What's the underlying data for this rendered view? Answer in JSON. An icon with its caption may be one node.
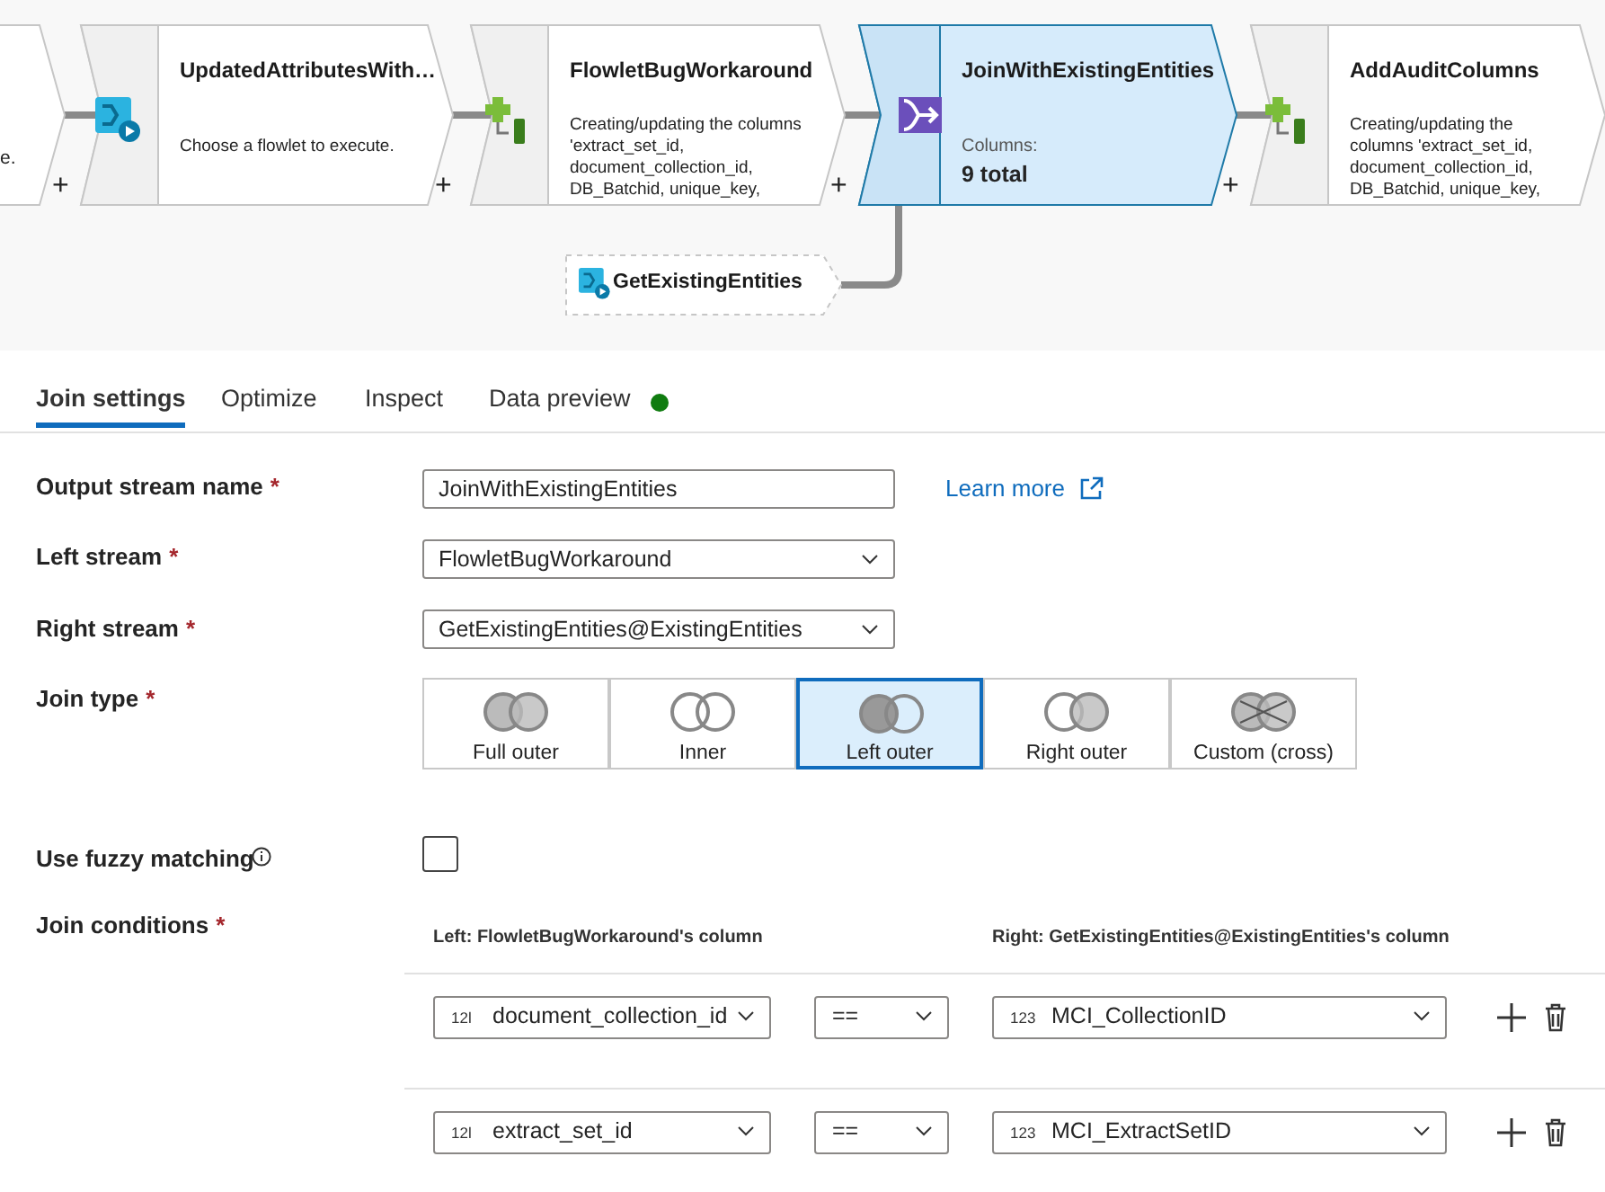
{
  "diagram": {
    "nodes": [
      {
        "text": [
          "e."
        ]
      },
      {
        "text": [
          "UpdatedAttributesWith…",
          "Choose a flowlet to execute."
        ]
      },
      {
        "text": [
          "FlowletBugWorkaround",
          "Creating/updating the columns 'extract_set_id, document_collection_id, DB_Batchid, unique_key,"
        ]
      },
      {
        "text": [
          "JoinWithExistingEntities",
          "Columns:",
          "9 total"
        ]
      },
      {
        "text": [
          "AddAuditColumns",
          "Creating/updating the columns 'extract_set_id, document_collection_id, DB_Batchid, unique_key,"
        ]
      },
      {
        "text": [
          "GetExistingEntities"
        ]
      }
    ],
    "edges": [
      {
        "from": 0,
        "to": 1,
        "arrow": "none"
      },
      {
        "from": 1,
        "to": 2,
        "arrow": "none"
      },
      {
        "from": 2,
        "to": 3,
        "arrow": "none"
      },
      {
        "from": 3,
        "to": 4,
        "arrow": "none"
      },
      {
        "from": 5,
        "to": 3,
        "arrow": "none"
      }
    ],
    "labels": [
      "+",
      "+",
      "+",
      "+",
      "Join settings",
      "Optimize",
      "Inspect",
      "Data preview",
      "Output stream name",
      "*",
      "JoinWithExistingEntities",
      "Learn more",
      "Left stream",
      "*",
      "FlowletBugWorkaround",
      "Right stream",
      "*",
      "GetExistingEntities@ExistingEntities",
      "Join type",
      "*",
      "Full outer",
      "Inner",
      "Left outer",
      "Right outer",
      "Custom (cross)",
      "Use fuzzy matching",
      "Join conditions",
      "*",
      "Left: FlowletBugWorkaround's column",
      "Right: GetExistingEntities@ExistingEntities's column",
      "12l",
      "document_collection_id",
      "==",
      "123",
      "MCI_CollectionID",
      "12l",
      "extract_set_id",
      "==",
      "123",
      "MCI_ExtractSetID"
    ]
  }
}
